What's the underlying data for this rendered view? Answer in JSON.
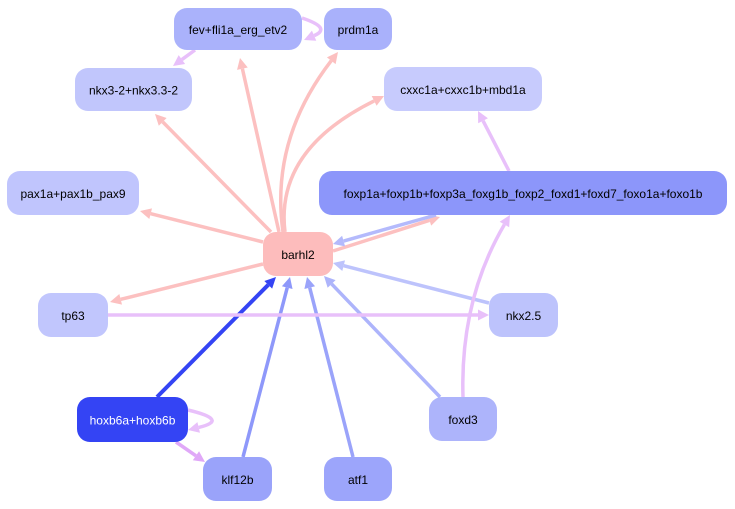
{
  "graph": {
    "title": "barhl2 regulatory network",
    "nodes": [
      {
        "id": "fev",
        "label": "fev+fli1a_erg_etv2",
        "fill": "#aab2fb",
        "text_color": "#000000"
      },
      {
        "id": "prdm1a",
        "label": "prdm1a",
        "fill": "#a9b1fb",
        "text_color": "#000000"
      },
      {
        "id": "nkx3",
        "label": "nkx3-2+nkx3.3-2",
        "fill": "#c1c6fc",
        "text_color": "#000000"
      },
      {
        "id": "cxxc1a",
        "label": "cxxc1a+cxxc1b+mbd1a",
        "fill": "#c7cbfd",
        "text_color": "#000000"
      },
      {
        "id": "pax1a",
        "label": "pax1a+pax1b_pax9",
        "fill": "#c0c5fd",
        "text_color": "#000000"
      },
      {
        "id": "foxp1a",
        "label": "foxp1a+foxp1b+foxp3a_foxg1b_foxp2_foxd1+foxd7_foxo1a+foxo1b",
        "fill": "#8c96fa",
        "text_color": "#000000"
      },
      {
        "id": "barhl2",
        "label": "barhl2",
        "fill": "#fdbcbc",
        "text_color": "#000000"
      },
      {
        "id": "tp63",
        "label": "tp63",
        "fill": "#c1c6fd",
        "text_color": "#000000"
      },
      {
        "id": "nkx2_5",
        "label": "nkx2.5",
        "fill": "#bdc3fc",
        "text_color": "#000000"
      },
      {
        "id": "hoxb6a",
        "label": "hoxb6a+hoxb6b",
        "fill": "#3444f4",
        "text_color": "#ffffff"
      },
      {
        "id": "foxd3",
        "label": "foxd3",
        "fill": "#adb4fb",
        "text_color": "#000000"
      },
      {
        "id": "klf12b",
        "label": "klf12b",
        "fill": "#9aa3fa",
        "text_color": "#000000"
      },
      {
        "id": "atf1",
        "label": "atf1",
        "fill": "#9ca5fb",
        "text_color": "#000000"
      }
    ],
    "edges": [
      {
        "from": "barhl2",
        "to": "fev",
        "color": "#fcc0c0"
      },
      {
        "from": "barhl2",
        "to": "prdm1a",
        "color": "#fcc0c0"
      },
      {
        "from": "barhl2",
        "to": "nkx3",
        "color": "#fcc0c0"
      },
      {
        "from": "barhl2",
        "to": "cxxc1a",
        "color": "#fcc0c0"
      },
      {
        "from": "barhl2",
        "to": "pax1a",
        "color": "#fcc0c0"
      },
      {
        "from": "barhl2",
        "to": "foxp1a",
        "color": "#fcc0c0"
      },
      {
        "from": "barhl2",
        "to": "tp63",
        "color": "#fcc0c0"
      },
      {
        "from": "foxp1a",
        "to": "barhl2",
        "color": "#b4bafc"
      },
      {
        "from": "nkx2_5",
        "to": "barhl2",
        "color": "#bdc3fc"
      },
      {
        "from": "foxd3",
        "to": "barhl2",
        "color": "#adb4fb"
      },
      {
        "from": "atf1",
        "to": "barhl2",
        "color": "#9aa3fa"
      },
      {
        "from": "klf12b",
        "to": "barhl2",
        "color": "#8e98fa"
      },
      {
        "from": "hoxb6a",
        "to": "barhl2",
        "color": "#3444f4"
      },
      {
        "from": "fev",
        "to": "nkx3",
        "color": "#e8c0fa"
      },
      {
        "from": "prdm1a",
        "to": "fev",
        "color": "#e8c0fa"
      },
      {
        "from": "foxp1a",
        "to": "cxxc1a",
        "color": "#e8c0fa"
      },
      {
        "from": "tp63",
        "to": "nkx2_5",
        "color": "#e8c0fa"
      },
      {
        "from": "foxd3",
        "to": "foxp1a",
        "color": "#e8c0fa"
      },
      {
        "from": "hoxb6a",
        "to": "klf12b",
        "color": "#e0a8f8"
      },
      {
        "from": "hoxb6a",
        "to": "hoxb6a",
        "color": "#e8c0fa"
      }
    ]
  }
}
